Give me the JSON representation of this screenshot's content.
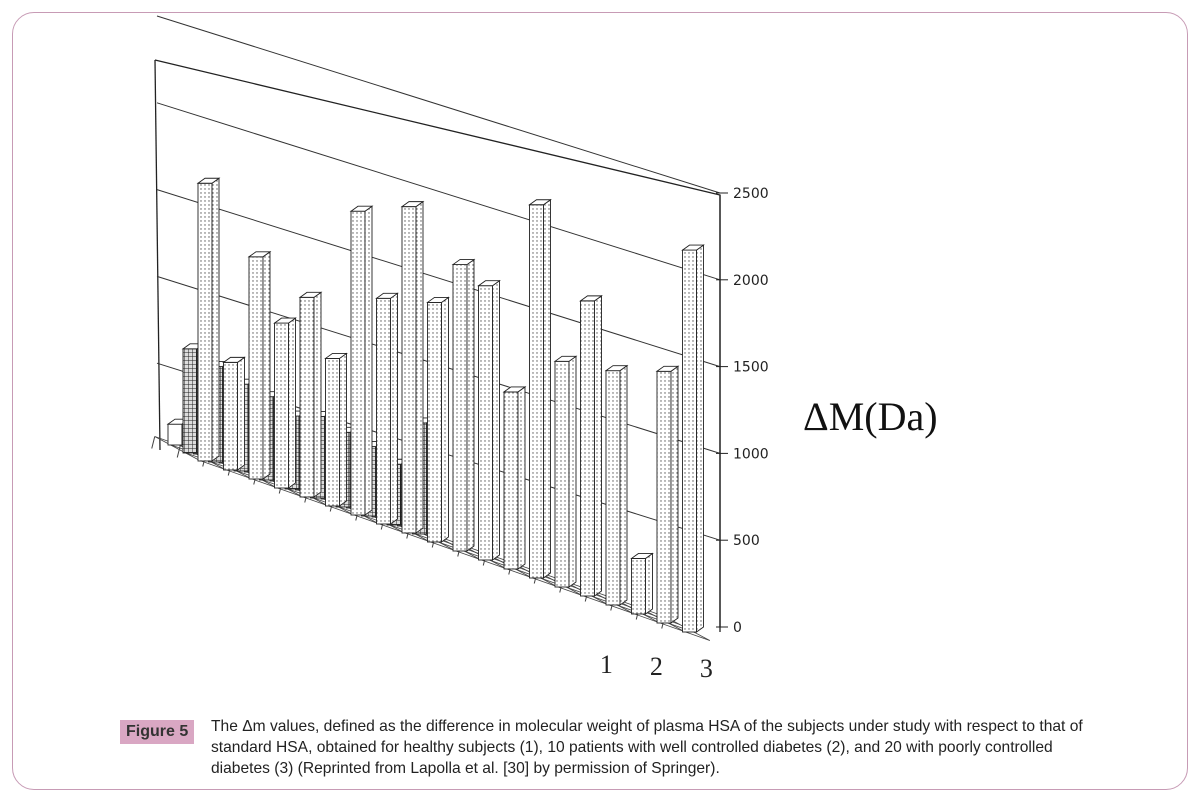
{
  "figure": {
    "label": "Figure 5",
    "caption": "The Δm values, defined as the difference in molecular weight of plasma HSA of the subjects under study with respect to that of standard HSA, obtained for healthy subjects (1), 10 patients with well controlled diabetes (2), and 20 with poorly controlled diabetes (3) (Reprinted from Lapolla et al. [30] by permission of Springer)."
  },
  "chart_data": {
    "type": "bar",
    "subtype": "3d-bar",
    "ylabel": "ΔM(Da)",
    "ylim": [
      0,
      2500
    ],
    "yticks": [
      "0",
      "500",
      "1000",
      "1500",
      "2000",
      "2500"
    ],
    "row_labels": [
      "1",
      "2",
      "3"
    ],
    "grid": true,
    "series": [
      {
        "name": "1",
        "values": [
          120,
          30,
          40,
          90,
          110,
          60,
          200,
          120,
          80,
          150
        ]
      },
      {
        "name": "2",
        "values": [
          600,
          550,
          500,
          480,
          420,
          470,
          430,
          400,
          350,
          640
        ]
      },
      {
        "name": "3",
        "values": [
          1600,
          620,
          1280,
          950,
          1150,
          850,
          1750,
          1300,
          1880,
          1380,
          1650,
          1580,
          1020,
          2150,
          1300,
          1700,
          1350,
          320,
          1450,
          2200
        ]
      }
    ]
  }
}
